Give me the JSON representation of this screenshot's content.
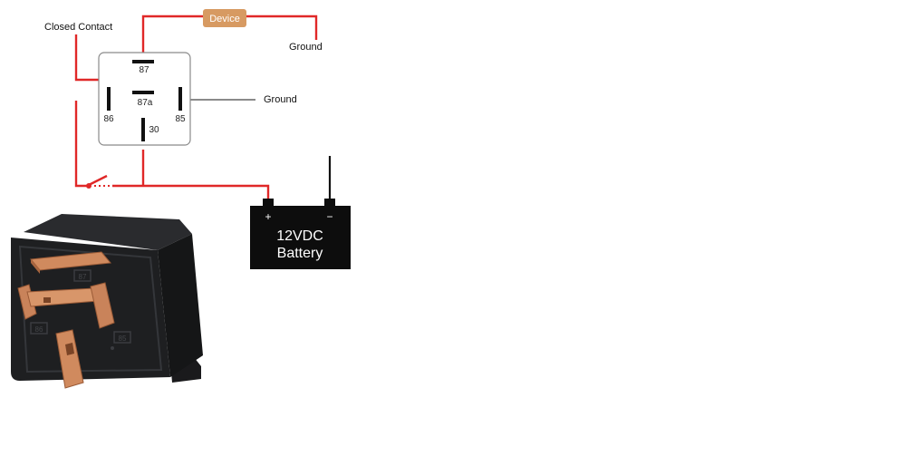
{
  "labels": {
    "closed_contact": "Closed Contact",
    "device": "Device",
    "ground_top": "Ground",
    "ground_mid": "Ground"
  },
  "relay_pins": {
    "p87": "87",
    "p87a": "87a",
    "p86": "86",
    "p85": "85",
    "p30": "30"
  },
  "battery": {
    "plus": "+",
    "minus": "−",
    "line1": "12VDC",
    "line2": "Battery"
  },
  "photo_pins": {
    "p87": "87",
    "p85": "85",
    "p86": "86"
  },
  "colors": {
    "wire_red": "#e02828",
    "wire_gray": "#8a8a8a",
    "wire_black": "#111111",
    "device_fill": "#d79a62",
    "battery_fill": "#0d0d0d",
    "relay_body": "#1e1f21",
    "copper": "#c9835a"
  }
}
